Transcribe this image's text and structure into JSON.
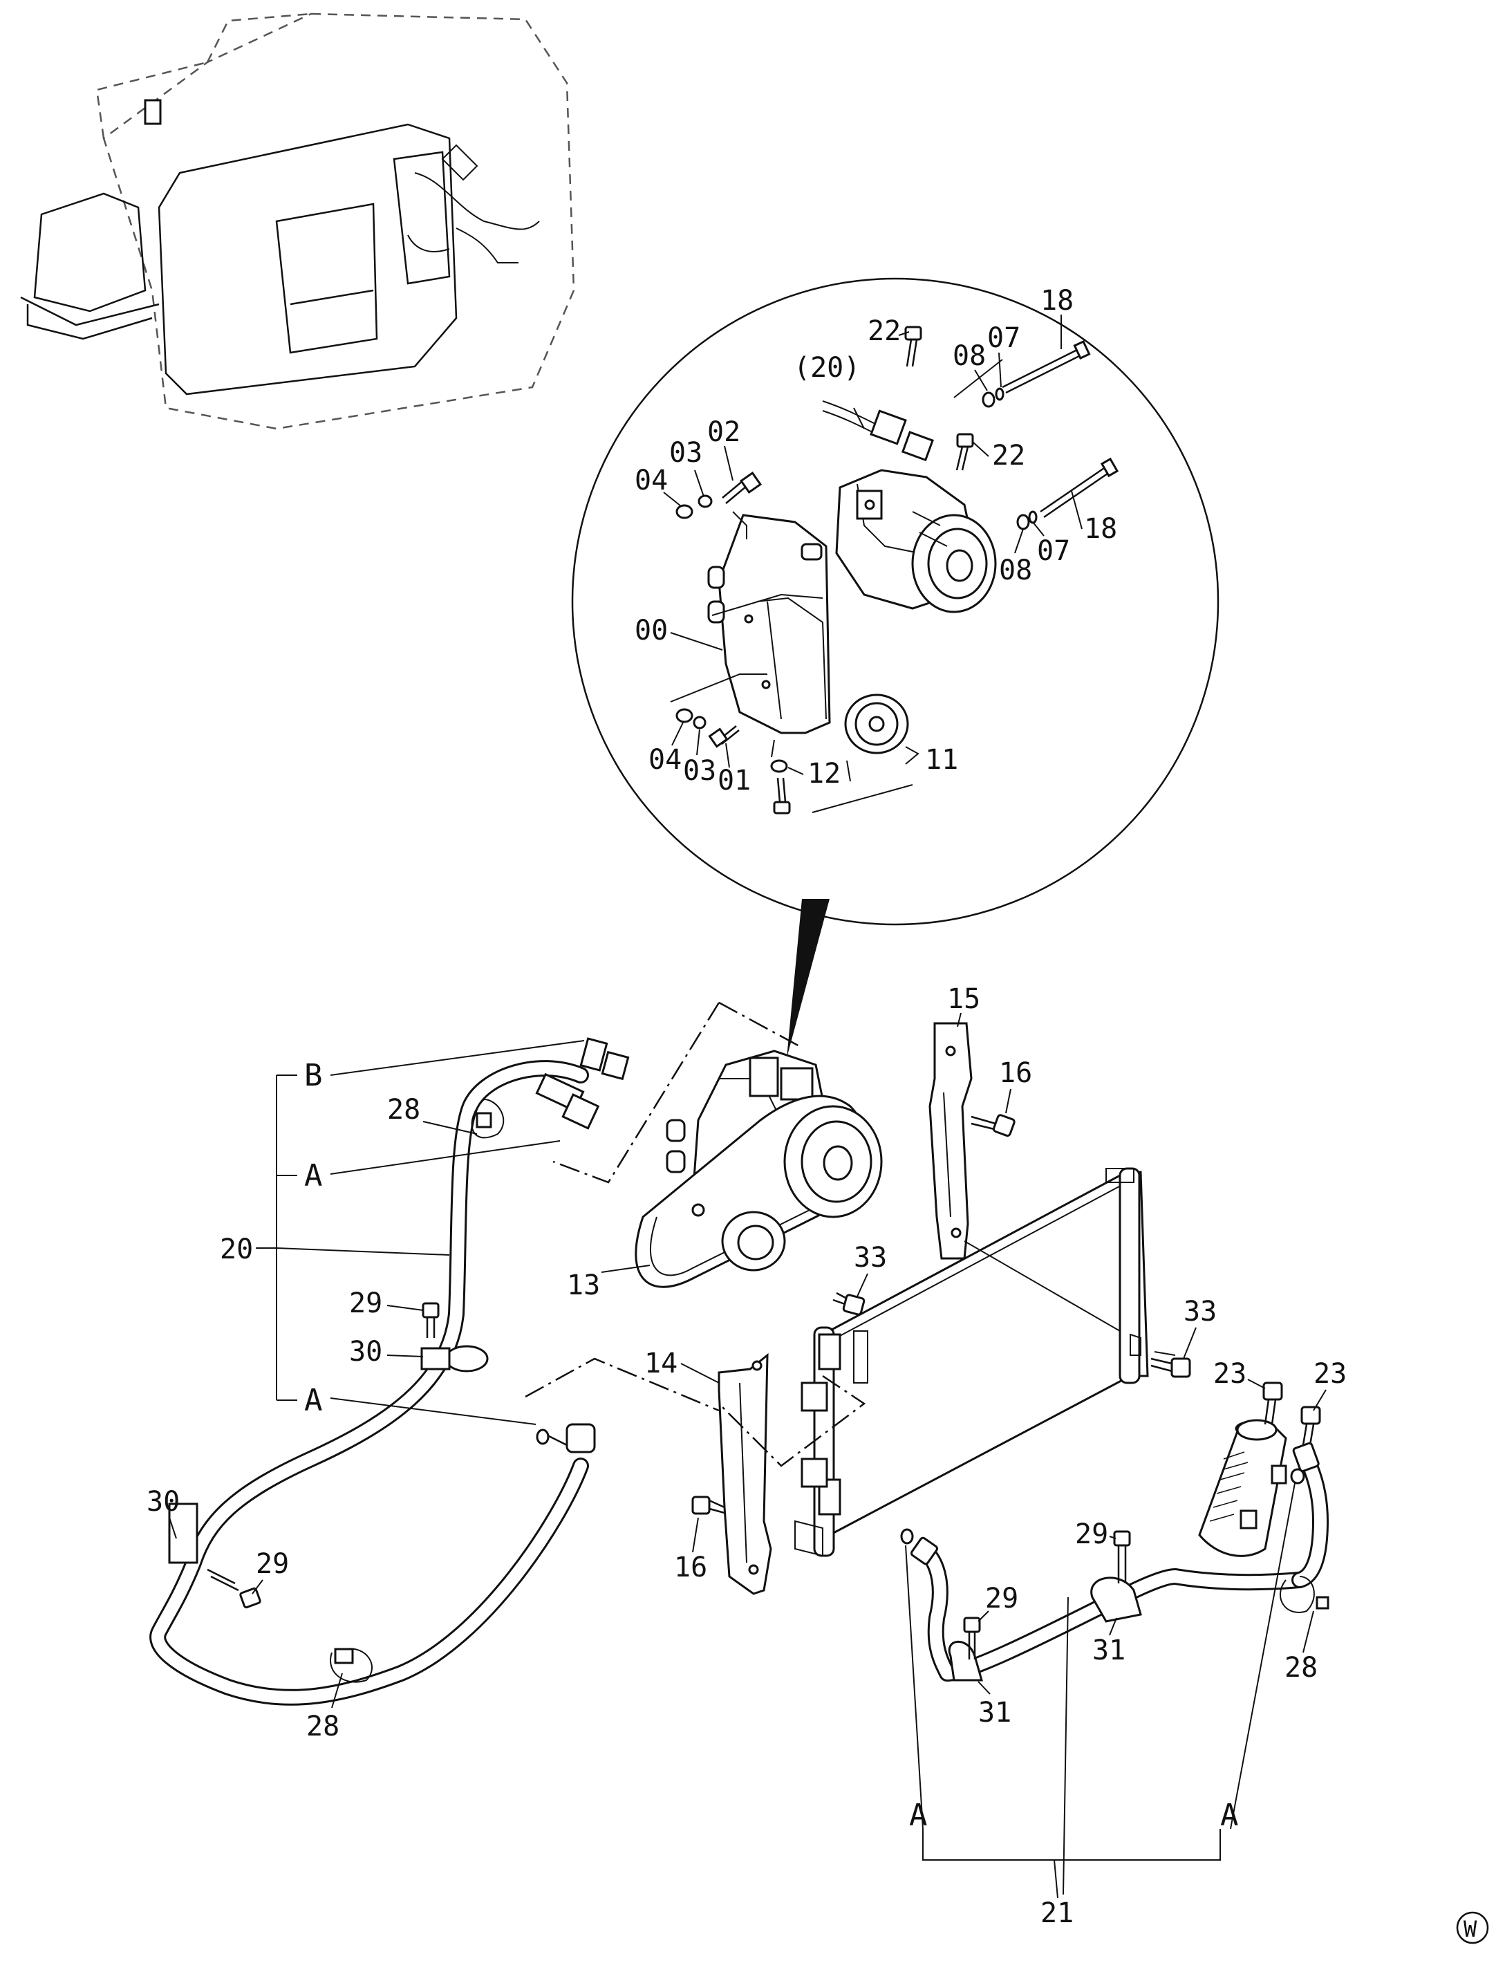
{
  "labels": {
    "detail_00": "00",
    "detail_01": "01",
    "detail_02": "02",
    "detail_03a": "03",
    "detail_03b": "03",
    "detail_04a": "04",
    "detail_04b": "04",
    "detail_07a": "07",
    "detail_07b": "07",
    "detail_08a": "08",
    "detail_08b": "08",
    "detail_11": "11",
    "detail_12": "12",
    "detail_18a": "18",
    "detail_18b": "18",
    "detail_20_ref": "(20)",
    "detail_22a": "22",
    "detail_22b": "22",
    "part_13": "13",
    "part_14": "14",
    "part_15": "15",
    "part_16a": "16",
    "part_16b": "16",
    "part_20": "20",
    "part_21": "21",
    "part_23a": "23",
    "part_23b": "23",
    "part_28a": "28",
    "part_28b": "28",
    "part_28c": "28",
    "part_29a": "29",
    "part_29b": "29",
    "part_29c": "29",
    "part_29d": "29",
    "part_30a": "30",
    "part_30b": "30",
    "part_31a": "31",
    "part_31b": "31",
    "part_33a": "33",
    "part_33b": "33",
    "conn_b": "B",
    "conn_a1": "A",
    "conn_a2": "A",
    "conn_a3": "A",
    "conn_a4": "A",
    "corner_mark": "W"
  }
}
